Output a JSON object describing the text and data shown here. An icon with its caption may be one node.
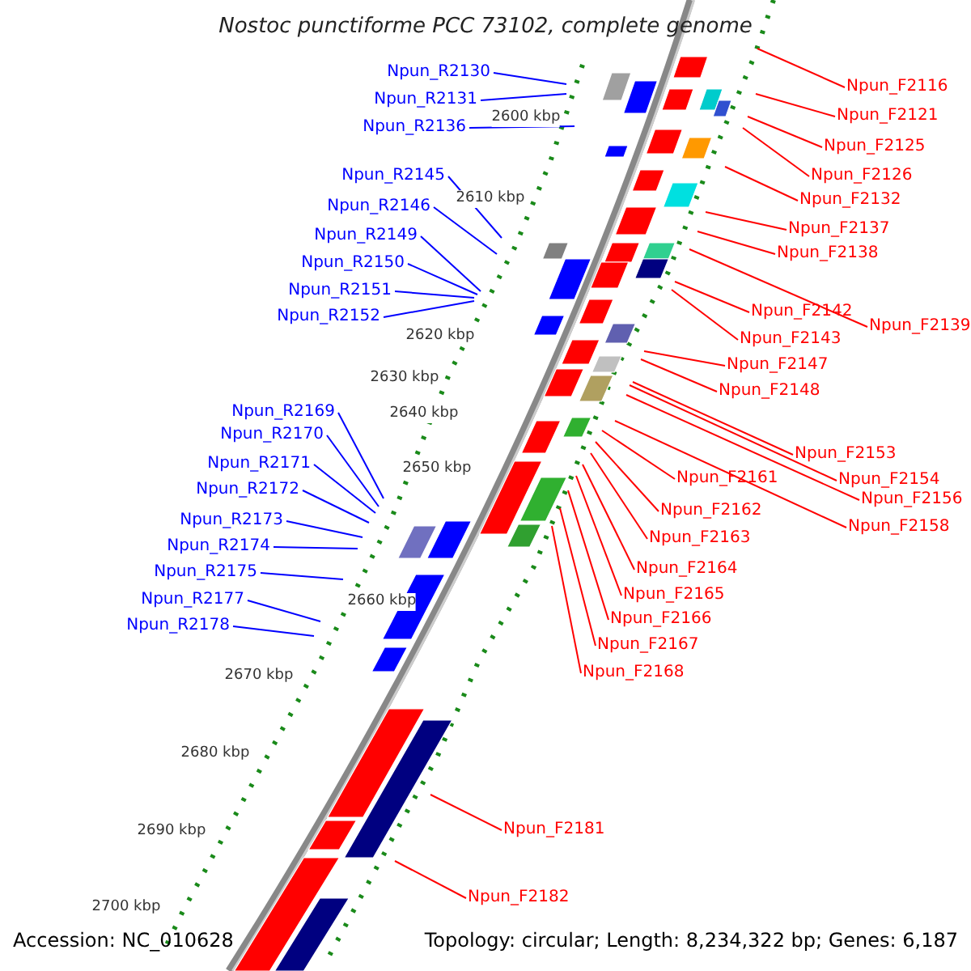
{
  "diagram": {
    "title": "Nostoc punctiforme PCC 73102, complete genome",
    "nodes": [
      {
        "text": [
          "Npun_R2130"
        ]
      },
      {
        "text": [
          "Npun_R2131"
        ]
      },
      {
        "text": [
          "Npun_R2136"
        ]
      },
      {
        "text": [
          "Npun_R2145"
        ]
      },
      {
        "text": [
          "Npun_R2146"
        ]
      },
      {
        "text": [
          "Npun_R2149"
        ]
      },
      {
        "text": [
          "Npun_R2150"
        ]
      },
      {
        "text": [
          "Npun_R2151"
        ]
      },
      {
        "text": [
          "Npun_R2152"
        ]
      },
      {
        "text": [
          "Npun_R2169"
        ]
      },
      {
        "text": [
          "Npun_R2170"
        ]
      },
      {
        "text": [
          "Npun_R2171"
        ]
      },
      {
        "text": [
          "Npun_R2172"
        ]
      },
      {
        "text": [
          "Npun_R2173"
        ]
      },
      {
        "text": [
          "Npun_R2174"
        ]
      },
      {
        "text": [
          "Npun_R2175"
        ]
      },
      {
        "text": [
          "Npun_R2177"
        ]
      },
      {
        "text": [
          "Npun_R2178"
        ]
      },
      {
        "text": [
          "Npun_F2116"
        ]
      },
      {
        "text": [
          "Npun_F2121"
        ]
      },
      {
        "text": [
          "Npun_F2125"
        ]
      },
      {
        "text": [
          "Npun_F2126"
        ]
      },
      {
        "text": [
          "Npun_F2132"
        ]
      },
      {
        "text": [
          "Npun_F2137"
        ]
      },
      {
        "text": [
          "Npun_F2138"
        ]
      },
      {
        "text": [
          "Npun_F2142"
        ]
      },
      {
        "text": [
          "Npun_F2139"
        ]
      },
      {
        "text": [
          "Npun_F2143"
        ]
      },
      {
        "text": [
          "Npun_F2147"
        ]
      },
      {
        "text": [
          "Npun_F2148"
        ]
      },
      {
        "text": [
          "Npun_F2153"
        ]
      },
      {
        "text": [
          "Npun_F2154"
        ]
      },
      {
        "text": [
          "Npun_F2156"
        ]
      },
      {
        "text": [
          "Npun_F2158"
        ]
      },
      {
        "text": [
          "Npun_F2161"
        ]
      },
      {
        "text": [
          "Npun_F2162"
        ]
      },
      {
        "text": [
          "Npun_F2163"
        ]
      },
      {
        "text": [
          "Npun_F2164"
        ]
      },
      {
        "text": [
          "Npun_F2165"
        ]
      },
      {
        "text": [
          "Npun_F2166"
        ]
      },
      {
        "text": [
          "Npun_F2167"
        ]
      },
      {
        "text": [
          "Npun_F2168"
        ]
      },
      {
        "text": [
          "Npun_F2181"
        ]
      },
      {
        "text": [
          "Npun_F2182"
        ]
      }
    ],
    "edges": [
      {
        "from": 0,
        "to": null,
        "arrow": "none",
        "color": "#0000ff"
      },
      {
        "from": 1,
        "to": null,
        "arrow": "none",
        "color": "#0000ff"
      },
      {
        "from": 2,
        "to": null,
        "arrow": "none",
        "color": "#0000ff"
      },
      {
        "from": 3,
        "to": null,
        "arrow": "none",
        "color": "#0000ff"
      },
      {
        "from": 4,
        "to": null,
        "arrow": "none",
        "color": "#0000ff"
      },
      {
        "from": 5,
        "to": null,
        "arrow": "none",
        "color": "#0000ff"
      },
      {
        "from": 6,
        "to": null,
        "arrow": "none",
        "color": "#0000ff"
      },
      {
        "from": 7,
        "to": null,
        "arrow": "none",
        "color": "#0000ff"
      },
      {
        "from": 8,
        "to": null,
        "arrow": "none",
        "color": "#0000ff"
      },
      {
        "from": 9,
        "to": null,
        "arrow": "none",
        "color": "#0000ff"
      },
      {
        "from": 10,
        "to": null,
        "arrow": "none",
        "color": "#0000ff"
      },
      {
        "from": 11,
        "to": null,
        "arrow": "none",
        "color": "#0000ff"
      },
      {
        "from": 12,
        "to": null,
        "arrow": "none",
        "color": "#0000ff"
      },
      {
        "from": 13,
        "to": null,
        "arrow": "none",
        "color": "#0000ff"
      },
      {
        "from": 14,
        "to": null,
        "arrow": "none",
        "color": "#0000ff"
      },
      {
        "from": 15,
        "to": null,
        "arrow": "none",
        "color": "#0000ff"
      },
      {
        "from": 16,
        "to": null,
        "arrow": "none",
        "color": "#0000ff"
      },
      {
        "from": 17,
        "to": null,
        "arrow": "none",
        "color": "#0000ff"
      },
      {
        "from": 18,
        "to": null,
        "arrow": "none"
      },
      {
        "from": 19,
        "to": null,
        "arrow": "none"
      },
      {
        "from": 20,
        "to": null,
        "arrow": "none"
      },
      {
        "from": 21,
        "to": null,
        "arrow": "none"
      },
      {
        "from": 22,
        "to": null,
        "arrow": "none"
      },
      {
        "from": 23,
        "to": null,
        "arrow": "none"
      },
      {
        "from": 24,
        "to": null,
        "arrow": "none"
      },
      {
        "from": 25,
        "to": null,
        "arrow": "none"
      },
      {
        "from": 26,
        "to": null,
        "arrow": "none"
      },
      {
        "from": 27,
        "to": null,
        "arrow": "none"
      },
      {
        "from": 28,
        "to": null,
        "arrow": "none"
      },
      {
        "from": 29,
        "to": null,
        "arrow": "none"
      },
      {
        "from": 30,
        "to": null,
        "arrow": "none"
      },
      {
        "from": 31,
        "to": null,
        "arrow": "none"
      },
      {
        "from": 32,
        "to": null,
        "arrow": "none"
      },
      {
        "from": 33,
        "to": null,
        "arrow": "none"
      },
      {
        "from": 34,
        "to": null,
        "arrow": "none"
      },
      {
        "from": 35,
        "to": null,
        "arrow": "none"
      },
      {
        "from": 36,
        "to": null,
        "arrow": "none"
      },
      {
        "from": 37,
        "to": null,
        "arrow": "none"
      },
      {
        "from": 38,
        "to": null,
        "arrow": "none"
      },
      {
        "from": 39,
        "to": null,
        "arrow": "none"
      },
      {
        "from": 40,
        "to": null,
        "arrow": "none"
      },
      {
        "from": 41,
        "to": null,
        "arrow": "none"
      },
      {
        "from": 42,
        "to": null,
        "arrow": "none"
      },
      {
        "from": 43,
        "to": null,
        "arrow": "none"
      }
    ],
    "labels": [
      "2600 kbp",
      "2610 kbp",
      "2620 kbp",
      "2630 kbp",
      "2640 kbp",
      "2650 kbp",
      "2660 kbp",
      "2670 kbp",
      "2680 kbp",
      "2690 kbp",
      "2700 kbp",
      "Accession: NC_010628",
      "Topology: circular; Length: 8,234,322 bp; Genes: 6,187"
    ]
  }
}
